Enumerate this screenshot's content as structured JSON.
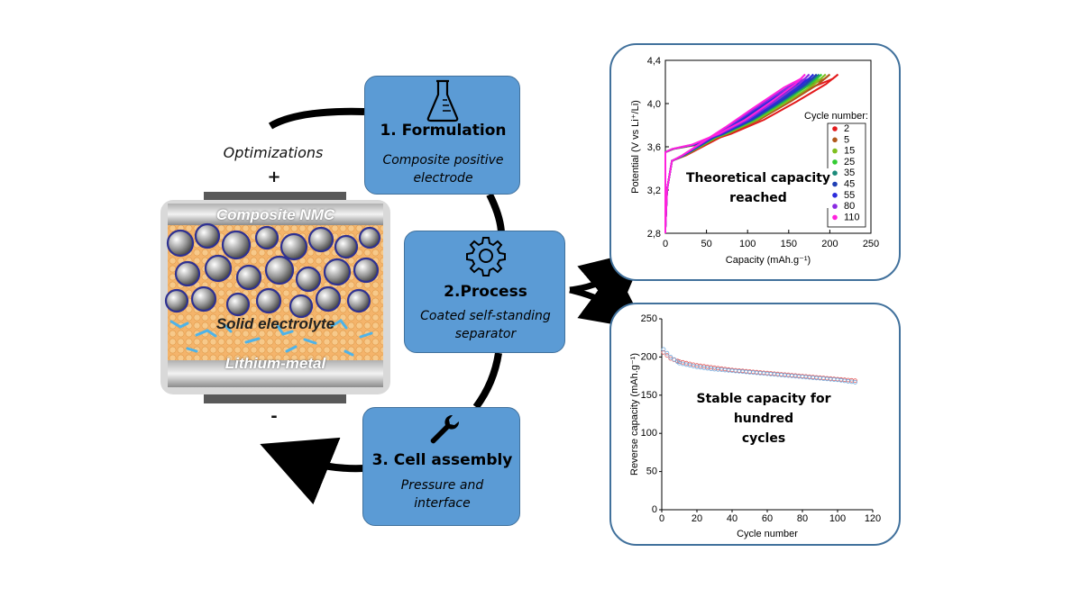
{
  "cell": {
    "top_label": "Composite NMC",
    "middle_label": "Solid electrolyte",
    "bottom_label": "Lithium-metal",
    "plus_sign": "+",
    "minus_sign": "-",
    "optimizations_label": "Optimizations"
  },
  "steps": [
    {
      "title": "1. Formulation",
      "desc_line1": "Composite positive",
      "desc_line2": "electrode",
      "icon": "flask-icon"
    },
    {
      "title": "2.Process",
      "desc_line1": "Coated self-standing",
      "desc_line2": "separator",
      "icon": "gear-icon"
    },
    {
      "title": "3. Cell assembly",
      "desc_line1": "Pressure and",
      "desc_line2": "interface",
      "icon": "wrench-icon"
    }
  ],
  "colors": {
    "step_fill": "#5b9bd5",
    "panel_border": "#41719c",
    "arrow": "#000000"
  },
  "chart_data": [
    {
      "type": "line",
      "title": "",
      "xlabel": "Capacity (mAh.g⁻¹)",
      "ylabel": "Potential (V vs Li⁺/Li)",
      "xlim": [
        0,
        250
      ],
      "ylim": [
        2.8,
        4.4
      ],
      "x_ticks": [
        "0",
        "50",
        "100",
        "150",
        "200",
        "250"
      ],
      "y_ticks": [
        "2,8",
        "3,2",
        "3,6",
        "4,0",
        "4,4"
      ],
      "legend_title": "Cycle number:",
      "legend_position": "right",
      "annotation_line1": "Theoretical capacity",
      "annotation_line2": "reached",
      "series": [
        {
          "name": "2",
          "color": "#e31a1c",
          "charge_cap": 210
        },
        {
          "name": "5",
          "color": "#b0581b",
          "charge_cap": 200
        },
        {
          "name": "15",
          "color": "#7fbf1f",
          "charge_cap": 195
        },
        {
          "name": "25",
          "color": "#33cc33",
          "charge_cap": 190
        },
        {
          "name": "35",
          "color": "#1b8a7a",
          "charge_cap": 187
        },
        {
          "name": "45",
          "color": "#1f3fb4",
          "charge_cap": 184
        },
        {
          "name": "55",
          "color": "#2b2bdc",
          "charge_cap": 180
        },
        {
          "name": "80",
          "color": "#8a2be2",
          "charge_cap": 175
        },
        {
          "name": "110",
          "color": "#ff22dd",
          "charge_cap": 170
        }
      ]
    },
    {
      "type": "scatter",
      "title": "",
      "xlabel": "Cycle number",
      "ylabel": "Reverse capacity (mAh.g⁻¹)",
      "xlim": [
        0,
        120
      ],
      "ylim": [
        0,
        250
      ],
      "x_ticks": [
        "0",
        "20",
        "40",
        "60",
        "80",
        "100",
        "120"
      ],
      "y_ticks": [
        "0",
        "50",
        "100",
        "150",
        "200",
        "250"
      ],
      "annotation_line1": "Stable capacity for hundred",
      "annotation_line2": "cycles",
      "series": [
        {
          "name": "",
          "color": "#e35a5a",
          "points": [
            [
              1,
              206
            ],
            [
              5,
              198
            ],
            [
              10,
              194
            ],
            [
              20,
              189
            ],
            [
              30,
              186
            ],
            [
              40,
              183
            ],
            [
              50,
              181
            ],
            [
              60,
              179
            ],
            [
              70,
              177
            ],
            [
              80,
              175
            ],
            [
              90,
              173
            ],
            [
              100,
              171
            ],
            [
              110,
              169
            ]
          ]
        },
        {
          "name": "",
          "color": "#6fa8dc",
          "points": [
            [
              1,
              210
            ],
            [
              5,
              200
            ],
            [
              10,
              192
            ],
            [
              20,
              187
            ],
            [
              30,
              184
            ],
            [
              40,
              182
            ],
            [
              50,
              180
            ],
            [
              60,
              178
            ],
            [
              70,
              176
            ],
            [
              80,
              174
            ],
            [
              90,
              172
            ],
            [
              100,
              170
            ],
            [
              110,
              167
            ]
          ]
        }
      ]
    }
  ]
}
